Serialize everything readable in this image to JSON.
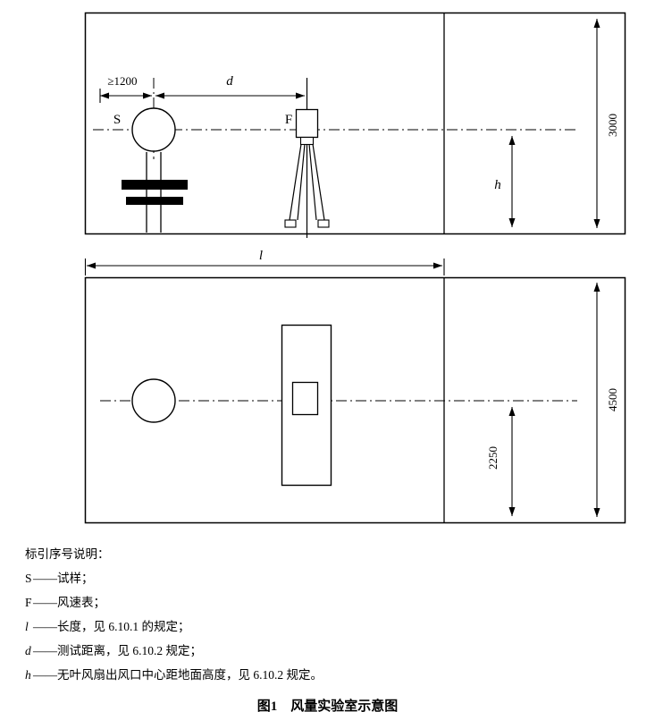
{
  "diagram": {
    "elevation": {
      "sample": "S",
      "anemometer": "F",
      "min_clearance": "≥1200",
      "distance": "d",
      "height": "3000",
      "outlet_height": "h"
    },
    "plan": {
      "length": "l",
      "width": "4500",
      "half_width": "2250"
    }
  },
  "legend": {
    "title": "标引序号说明：",
    "items": [
      {
        "symbol": "S",
        "desc": "——试样；"
      },
      {
        "symbol": "F",
        "desc": "——风速表；"
      },
      {
        "symbol": "l",
        "desc": "——长度，见 6.10.1 的规定；"
      },
      {
        "symbol": "d",
        "desc": "——测试距离，见 6.10.2 规定；"
      },
      {
        "symbol": "h",
        "desc": "——无叶风扇出风口中心距地面高度，见 6.10.2 规定。"
      }
    ]
  },
  "caption": "图1　风量实验室示意图"
}
